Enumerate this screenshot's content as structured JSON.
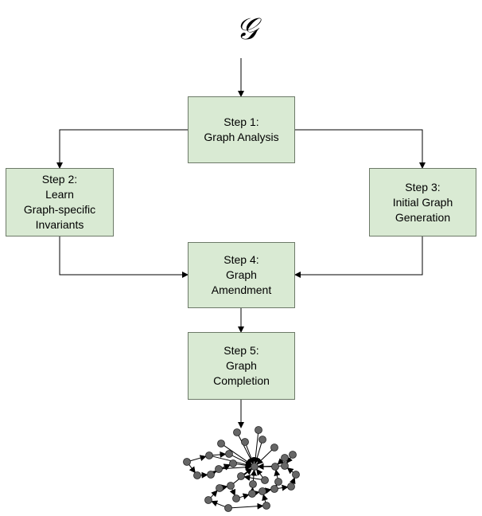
{
  "input_symbol": "𝒢",
  "steps": [
    {
      "id": "step1",
      "text": "Step 1:\nGraph Analysis"
    },
    {
      "id": "step2",
      "text": "Step 2:\nLearn\nGraph-specific\nInvariants"
    },
    {
      "id": "step3",
      "text": "Step 3:\nInitial Graph\nGeneration"
    },
    {
      "id": "step4",
      "text": "Step 4:\nGraph\nAmendment"
    },
    {
      "id": "step5",
      "text": "Step 5:\nGraph\nCompletion"
    }
  ],
  "colors": {
    "box_fill": "#d9ead3",
    "box_border": "#6d7a68",
    "line": "#000000",
    "node": "#666666"
  },
  "output_graph_icon": "network-graph-icon"
}
